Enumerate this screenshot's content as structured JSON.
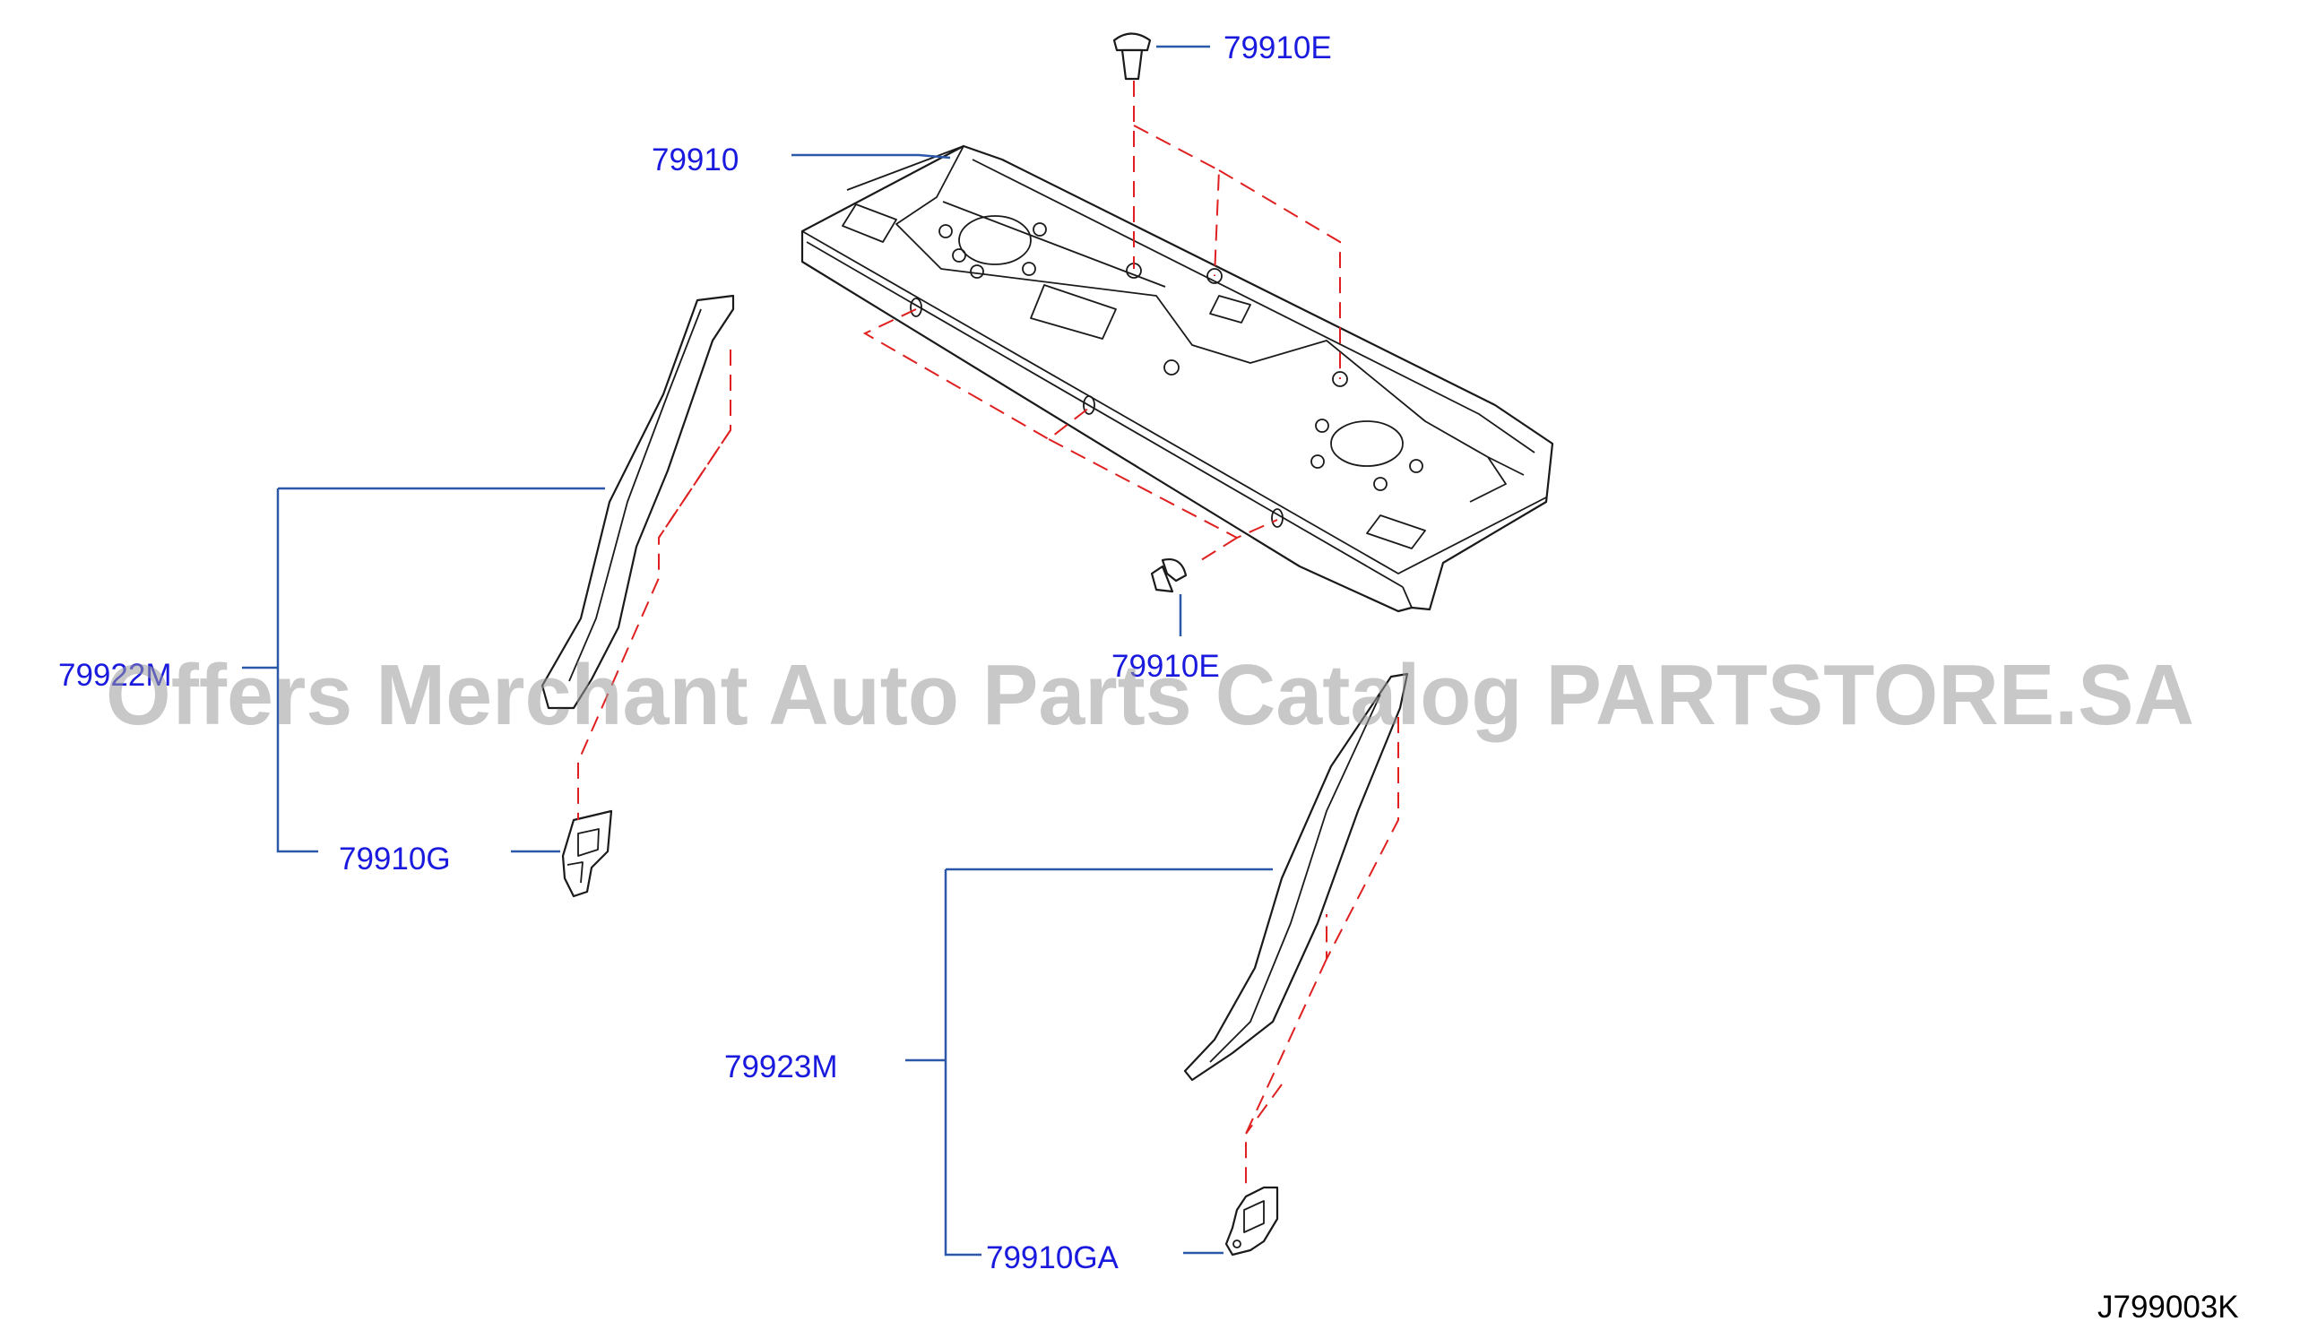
{
  "diagram_id": "J799003K",
  "watermark": "Offers Merchant Auto Parts Catalog PARTSTORE.SA",
  "colors": {
    "label": "#1a1adf",
    "leader": "#2b58a8",
    "assembly_dash": "#e02020",
    "outline": "#1a1a1a"
  },
  "labels": {
    "p79910": "79910",
    "p79910e_top": "79910E",
    "p79910e_bottom": "79910E",
    "p79922m": "79922M",
    "p79910g": "79910G",
    "p79923m": "79923M",
    "p79910ga": "79910GA"
  }
}
